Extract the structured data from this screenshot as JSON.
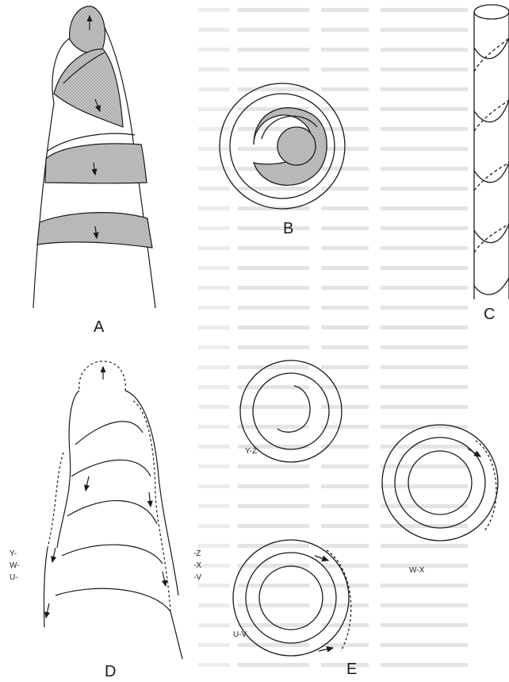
{
  "figure": {
    "panels": {
      "a": "A",
      "b": "B",
      "c": "C",
      "d": "D",
      "e": "E"
    },
    "panel_d_axes": {
      "left": [
        "Y-",
        "W-",
        "U-"
      ],
      "right": [
        "-Z",
        "-X",
        "-V"
      ]
    },
    "panel_e_sections": {
      "yz": "Y-Z",
      "wx": "W-X",
      "uv": "U-V"
    }
  },
  "colors": {
    "stipple_fill": "#b8b8b8",
    "line": "#1a1a1a",
    "faded_text": "#d6d6d6"
  }
}
